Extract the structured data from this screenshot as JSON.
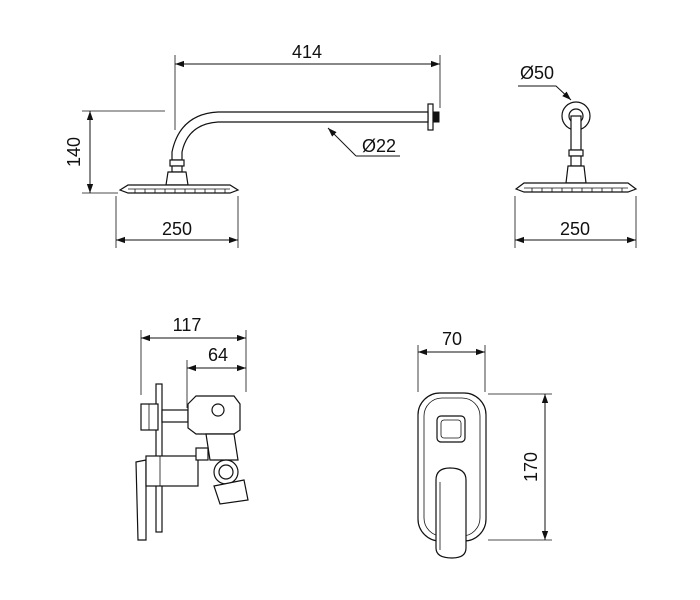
{
  "dimensions": {
    "arm_length": "414",
    "drop_height": "140",
    "pipe_diameter": "Ø22",
    "head_width_side": "250",
    "flange_diameter": "Ø50",
    "head_width_front": "250",
    "valve_depth_total": "117",
    "valve_depth_body": "64",
    "plate_width": "70",
    "plate_height": "170"
  },
  "colors": {
    "line": "#111111",
    "background": "#ffffff"
  }
}
